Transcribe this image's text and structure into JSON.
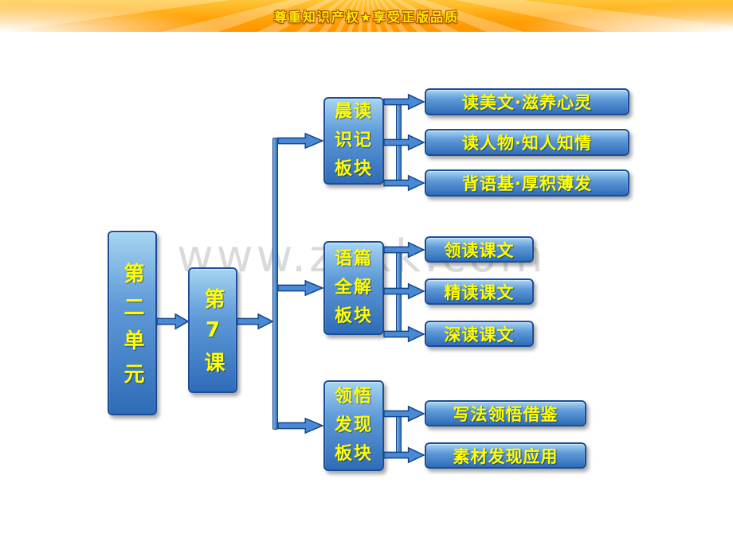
{
  "banner": {
    "text": "尊重知识产权★享受正版品质"
  },
  "watermark": {
    "text": "www.zxxk.com"
  },
  "diagram": {
    "unit": "第二单元",
    "lesson": "第7课",
    "sections": [
      {
        "title_lines": [
          "晨读",
          "识记",
          "板块"
        ],
        "leaves": [
          "读美文·滋养心灵",
          "读人物·知人知情",
          "背语基·厚积薄发"
        ]
      },
      {
        "title_lines": [
          "语篇",
          "全解",
          "板块"
        ],
        "leaves": [
          "领读课文",
          "精读课文",
          "深读课文"
        ]
      },
      {
        "title_lines": [
          "领悟",
          "发现",
          "板块"
        ],
        "leaves": [
          "写法领悟借鉴",
          "素材发现应用"
        ]
      }
    ]
  },
  "colors": {
    "box_gradient_top": "#a6d4f2",
    "box_gradient_bottom": "#2f6cb8",
    "box_border": "#1b4e96",
    "text_yellow": "#ffff00",
    "banner_orange": "#ff9500",
    "banner_text": "#ffe900",
    "watermark_gray": "#dadada"
  }
}
